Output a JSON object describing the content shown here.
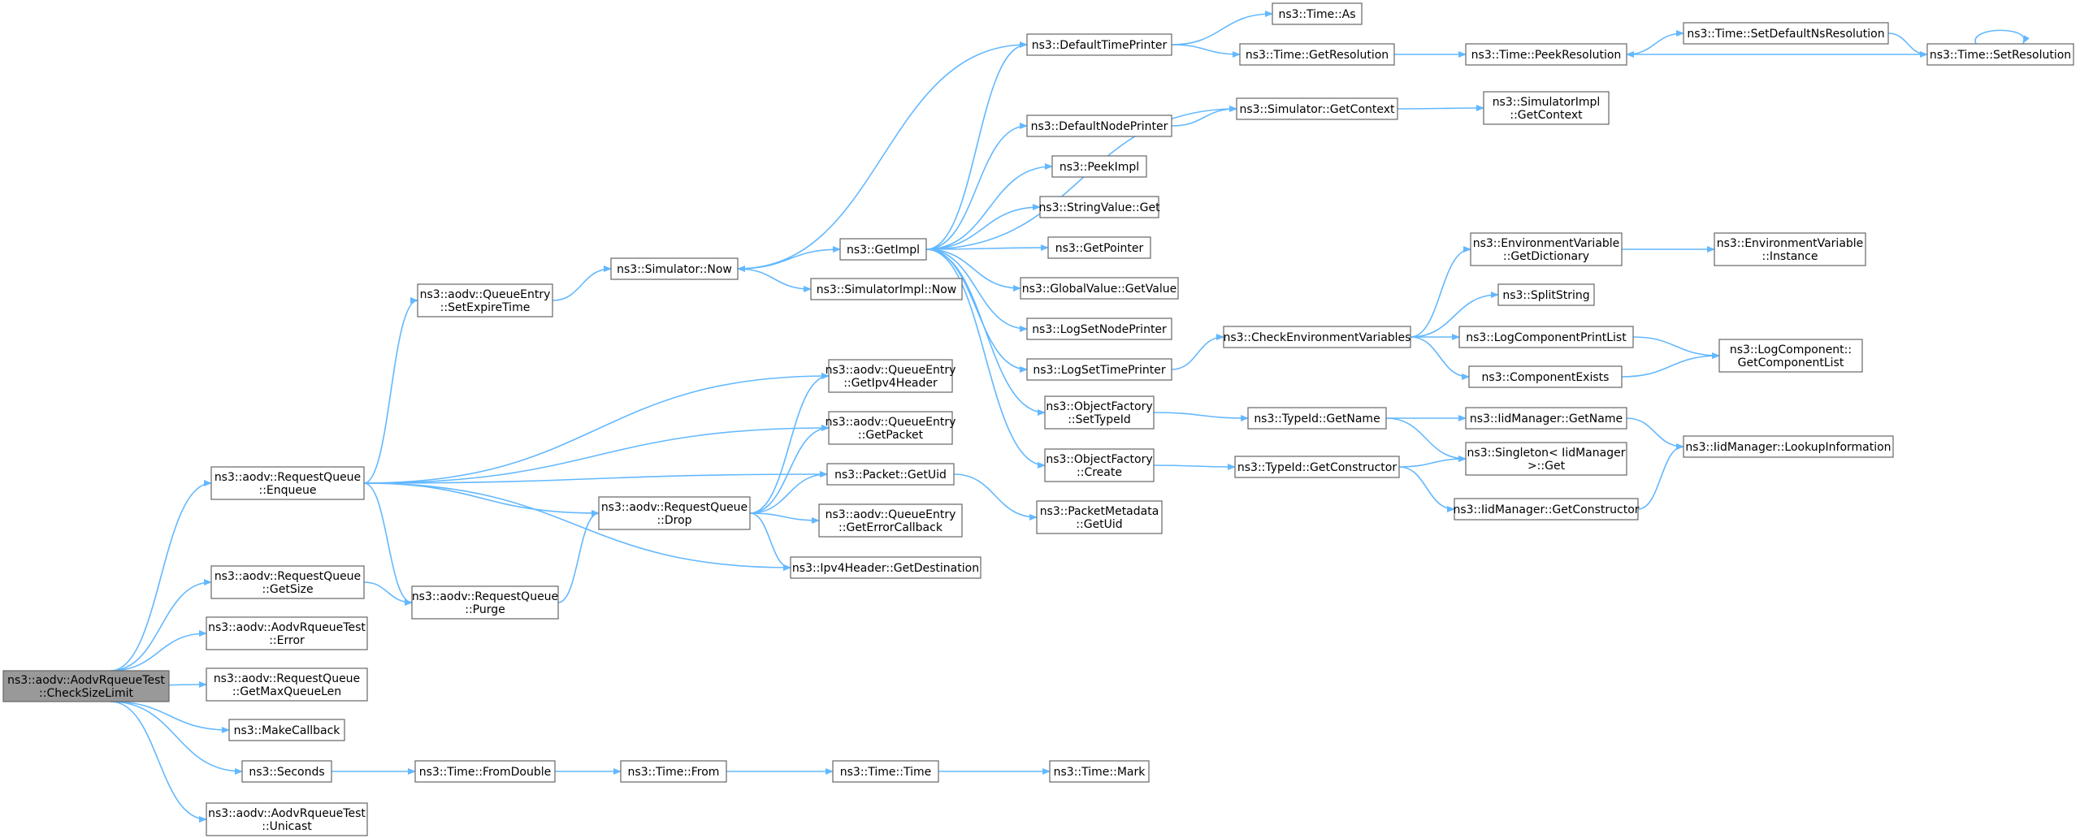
{
  "nodes": [
    {
      "id": "root",
      "lines": [
        "ns3::aodv::AodvRqueueTest",
        "::CheckSizeLimit"
      ],
      "root": true
    },
    {
      "id": "enqueue",
      "lines": [
        "ns3::aodv::RequestQueue",
        "::Enqueue"
      ]
    },
    {
      "id": "getsize",
      "lines": [
        "ns3::aodv::RequestQueue",
        "::GetSize"
      ]
    },
    {
      "id": "error",
      "lines": [
        "ns3::aodv::AodvRqueueTest",
        "::Error"
      ]
    },
    {
      "id": "getmaxqueuelen",
      "lines": [
        "ns3::aodv::RequestQueue",
        "::GetMaxQueueLen"
      ]
    },
    {
      "id": "makecallback",
      "lines": [
        "ns3::MakeCallback"
      ]
    },
    {
      "id": "seconds",
      "lines": [
        "ns3::Seconds"
      ]
    },
    {
      "id": "unicast",
      "lines": [
        "ns3::aodv::AodvRqueueTest",
        "::Unicast"
      ]
    },
    {
      "id": "setexpiretime",
      "lines": [
        "ns3::aodv::QueueEntry",
        "::SetExpireTime"
      ]
    },
    {
      "id": "purge",
      "lines": [
        "ns3::aodv::RequestQueue",
        "::Purge"
      ]
    },
    {
      "id": "fromdouble",
      "lines": [
        "ns3::Time::FromDouble"
      ]
    },
    {
      "id": "simnow",
      "lines": [
        "ns3::Simulator::Now"
      ]
    },
    {
      "id": "drop",
      "lines": [
        "ns3::aodv::RequestQueue",
        "::Drop"
      ]
    },
    {
      "id": "timefrom",
      "lines": [
        "ns3::Time::From"
      ]
    },
    {
      "id": "getimpl",
      "lines": [
        "ns3::GetImpl"
      ]
    },
    {
      "id": "simimplnow",
      "lines": [
        "ns3::SimulatorImpl::Now"
      ]
    },
    {
      "id": "getipv4header",
      "lines": [
        "ns3::aodv::QueueEntry",
        "::GetIpv4Header"
      ]
    },
    {
      "id": "getpacket",
      "lines": [
        "ns3::aodv::QueueEntry",
        "::GetPacket"
      ]
    },
    {
      "id": "getuid",
      "lines": [
        "ns3::Packet::GetUid"
      ]
    },
    {
      "id": "geterrorcallback",
      "lines": [
        "ns3::aodv::QueueEntry",
        "::GetErrorCallback"
      ]
    },
    {
      "id": "getdestination",
      "lines": [
        "ns3::Ipv4Header::GetDestination"
      ]
    },
    {
      "id": "timetime",
      "lines": [
        "ns3::Time::Time"
      ]
    },
    {
      "id": "defaulttimeprinter",
      "lines": [
        "ns3::DefaultTimePrinter"
      ]
    },
    {
      "id": "defaultnodeprinter",
      "lines": [
        "ns3::DefaultNodePrinter"
      ]
    },
    {
      "id": "peekimpl",
      "lines": [
        "ns3::PeekImpl"
      ]
    },
    {
      "id": "stringvalueget",
      "lines": [
        "ns3::StringValue::Get"
      ]
    },
    {
      "id": "getpointer",
      "lines": [
        "ns3::GetPointer"
      ]
    },
    {
      "id": "globalvaluegetvalue",
      "lines": [
        "ns3::GlobalValue::GetValue"
      ]
    },
    {
      "id": "logsetnodeprinter",
      "lines": [
        "ns3::LogSetNodePrinter"
      ]
    },
    {
      "id": "logsettimeprinter",
      "lines": [
        "ns3::LogSetTimePrinter"
      ]
    },
    {
      "id": "ofsettypeid",
      "lines": [
        "ns3::ObjectFactory",
        "::SetTypeId"
      ]
    },
    {
      "id": "ofcreate",
      "lines": [
        "ns3::ObjectFactory",
        "::Create"
      ]
    },
    {
      "id": "pmgetuid",
      "lines": [
        "ns3::PacketMetadata",
        "::GetUid"
      ]
    },
    {
      "id": "timemark",
      "lines": [
        "ns3::Time::Mark"
      ]
    },
    {
      "id": "timeas",
      "lines": [
        "ns3::Time::As"
      ]
    },
    {
      "id": "timegetresolution",
      "lines": [
        "ns3::Time::GetResolution"
      ]
    },
    {
      "id": "simgetcontext",
      "lines": [
        "ns3::Simulator::GetContext"
      ]
    },
    {
      "id": "checkenv",
      "lines": [
        "ns3::CheckEnvironmentVariables"
      ]
    },
    {
      "id": "typeidgetname",
      "lines": [
        "ns3::TypeId::GetName"
      ]
    },
    {
      "id": "typeidgetconstructor",
      "lines": [
        "ns3::TypeId::GetConstructor"
      ]
    },
    {
      "id": "timepeekresolution",
      "lines": [
        "ns3::Time::PeekResolution"
      ]
    },
    {
      "id": "simimplgetcontext",
      "lines": [
        "ns3::SimulatorImpl",
        "::GetContext"
      ]
    },
    {
      "id": "envgetdictionary",
      "lines": [
        "ns3::EnvironmentVariable",
        "::GetDictionary"
      ]
    },
    {
      "id": "splitstring",
      "lines": [
        "ns3::SplitString"
      ]
    },
    {
      "id": "logcomponentprintlist",
      "lines": [
        "ns3::LogComponentPrintList"
      ]
    },
    {
      "id": "componentexists",
      "lines": [
        "ns3::ComponentExists"
      ]
    },
    {
      "id": "iidmgetname",
      "lines": [
        "ns3::IidManager::GetName"
      ]
    },
    {
      "id": "singletonget",
      "lines": [
        "ns3::Singleton< IidManager",
        ">::Get"
      ]
    },
    {
      "id": "iidmgetconstructor",
      "lines": [
        "ns3::IidManager::GetConstructor"
      ]
    },
    {
      "id": "timesetdefaultns",
      "lines": [
        "ns3::Time::SetDefaultNsResolution"
      ]
    },
    {
      "id": "envinstance",
      "lines": [
        "ns3::EnvironmentVariable",
        "::Instance"
      ]
    },
    {
      "id": "lcgetcomponentlist",
      "lines": [
        "ns3::LogComponent::",
        "GetComponentList"
      ]
    },
    {
      "id": "iidmlookup",
      "lines": [
        "ns3::IidManager::LookupInformation"
      ]
    },
    {
      "id": "timesetresolution",
      "lines": [
        "ns3::Time::SetResolution"
      ]
    }
  ]
}
